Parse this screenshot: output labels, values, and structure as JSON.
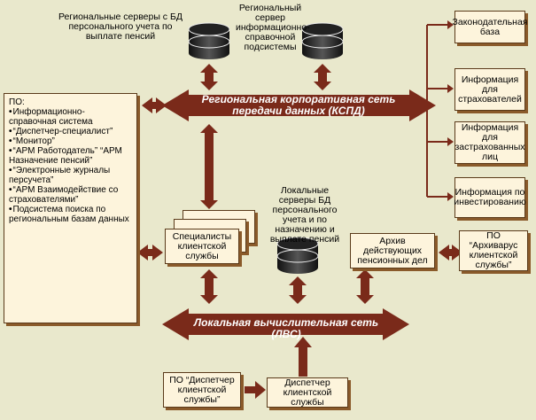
{
  "colors": {
    "background": "#e9e8cc",
    "arrow": "#7a2a1a",
    "box_fill": "#fdf4dc",
    "box_border": "#5a3a1a",
    "shadow": "#8a5a2a"
  },
  "labels": {
    "regional_servers": "Региональные серверы с БД персонального учета по выплате пенсий",
    "info_server": "Региональный сервер информационно-справочной подсистемы",
    "local_servers": "Локальные серверы БД персонального учета и по назначению и выплате пенсий"
  },
  "right_boxes": [
    "Законодательная база",
    "Информация для страхователей",
    "Информация для застрахованных лиц",
    "Информация по инвестированию"
  ],
  "ribbons": {
    "kspd": "Региональная корпоративная сеть передачи данных (КСПД)",
    "lvs": "Локальная вычислительная сеть (ЛВС)"
  },
  "po_list": {
    "title": "ПО:",
    "items": [
      "Информационно-справочная система",
      "“Диспетчер-специалист”",
      "“Монитор”",
      "“АРМ Работодатель” “АРМ Назначение пенсий”",
      "“Электронные журналы персучета”",
      "“АРМ Взаимодействие со страхователями”",
      "Подсистема поиска по региональным базам данных"
    ]
  },
  "boxes": {
    "specialists": "Специалисты клиентской службы",
    "archive": "Архив действующих пенсионных дел",
    "po_archive": "ПО “Архиварус клиентской службы”",
    "po_dispatcher": "ПО “Диспетчер клиентской службы”",
    "dispatcher": "Диспетчер клиентской службы"
  }
}
